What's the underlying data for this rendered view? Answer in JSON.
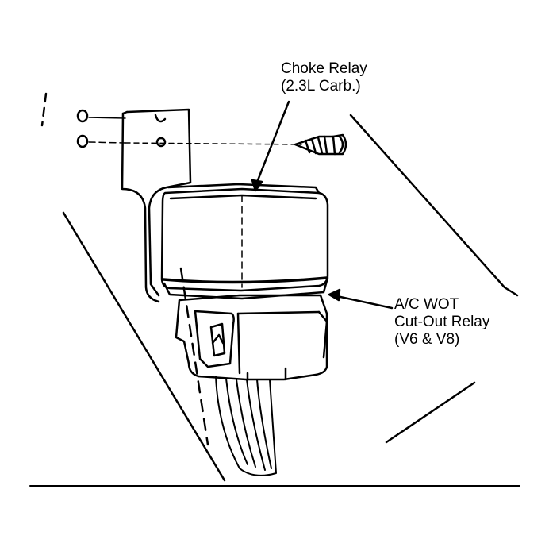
{
  "colors": {
    "ink": "#000000",
    "paper": "#ffffff"
  },
  "callouts": {
    "choke_relay": {
      "line1": "Choke Relay",
      "line2": "(2.3L Carb.)"
    },
    "ac_relay": {
      "line1": "A/C WOT",
      "line2": "Cut-Out Relay",
      "line3": "(V6 & V8)"
    }
  }
}
